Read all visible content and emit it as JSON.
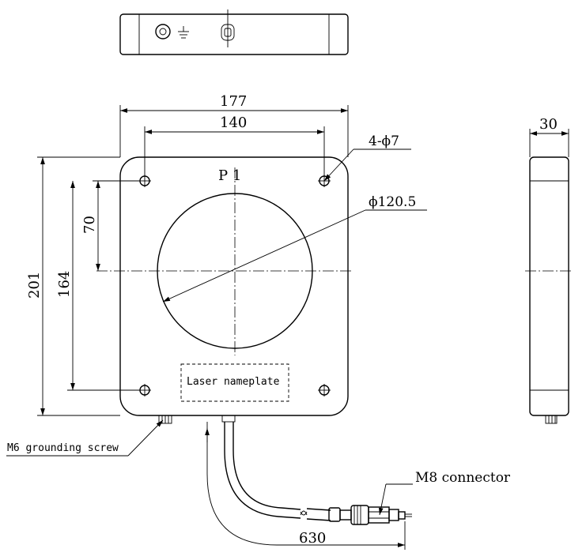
{
  "dimensions": {
    "overall_width": "177",
    "hole_spacing_horizontal": "140",
    "mounting_holes": "4-ϕ7",
    "aperture_diameter": "ϕ120.5",
    "top_hole_to_center": "70",
    "hole_spacing_vertical": "164",
    "overall_height": "201",
    "thickness": "30",
    "cable_length": "630"
  },
  "labels": {
    "panel_mark": "P 1",
    "nameplate": "Laser nameplate",
    "grounding_screw": "M6 grounding screw",
    "connector": "M8 connector"
  }
}
